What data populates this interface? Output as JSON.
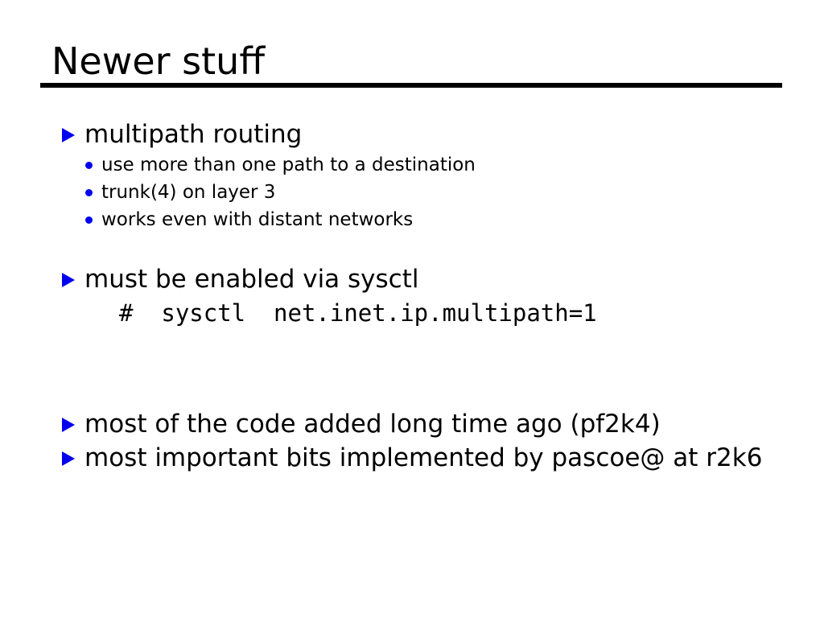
{
  "slide": {
    "title": "Newer stuff",
    "accent_color": "#0000ee",
    "text_color": "#000000",
    "background_color": "#ffffff",
    "rule_color": "#000000"
  },
  "markers": {
    "level1": "triangle-right-marker",
    "level2": "round-bullet-marker"
  },
  "content": {
    "group1": {
      "heading": "multipath routing",
      "subitems": [
        "use more than one path to a destination",
        "trunk(4) on layer 3",
        "works even with distant networks"
      ]
    },
    "group2": {
      "heading": "must be enabled via sysctl",
      "code": "#  sysctl  net.inet.ip.multipath=1"
    },
    "group3": {
      "items": [
        "most of the code added long time ago (pf2k4)",
        "most important bits implemented by pascoe@ at r2k6"
      ]
    }
  }
}
